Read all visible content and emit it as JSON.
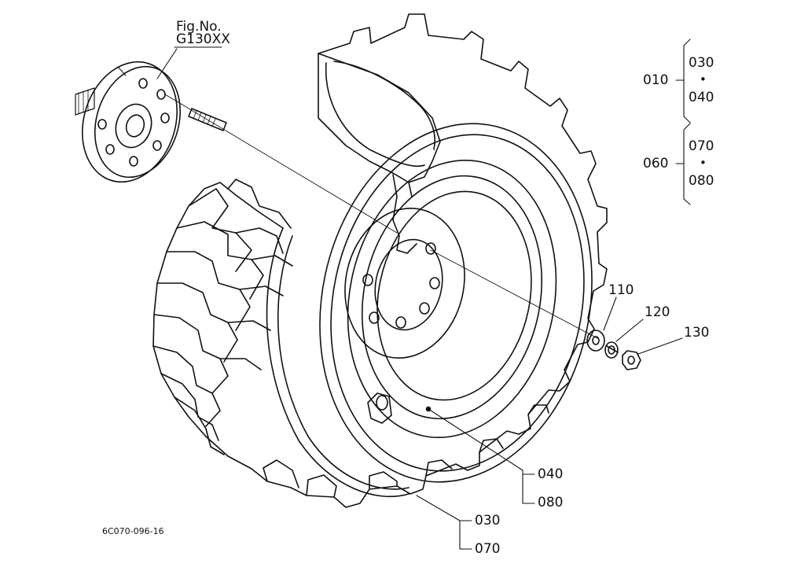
{
  "figure": {
    "fig_no_label": "Fig.No.",
    "fig_no_value": "G130XX",
    "drawing_code": "6C070-096-16"
  },
  "callouts": {
    "group_010": {
      "main": "010",
      "top": "030",
      "sep": "•",
      "bottom": "040"
    },
    "group_060": {
      "main": "060",
      "top": "070",
      "sep": "•",
      "bottom": "080"
    },
    "nut_washer_110": "110",
    "spring_washer_120": "120",
    "nut_130": "130",
    "rim_040": "040",
    "rim_080": "080",
    "tire_030": "030",
    "tire_070": "070"
  },
  "colors": {
    "line": "#111111",
    "background": "#ffffff"
  }
}
